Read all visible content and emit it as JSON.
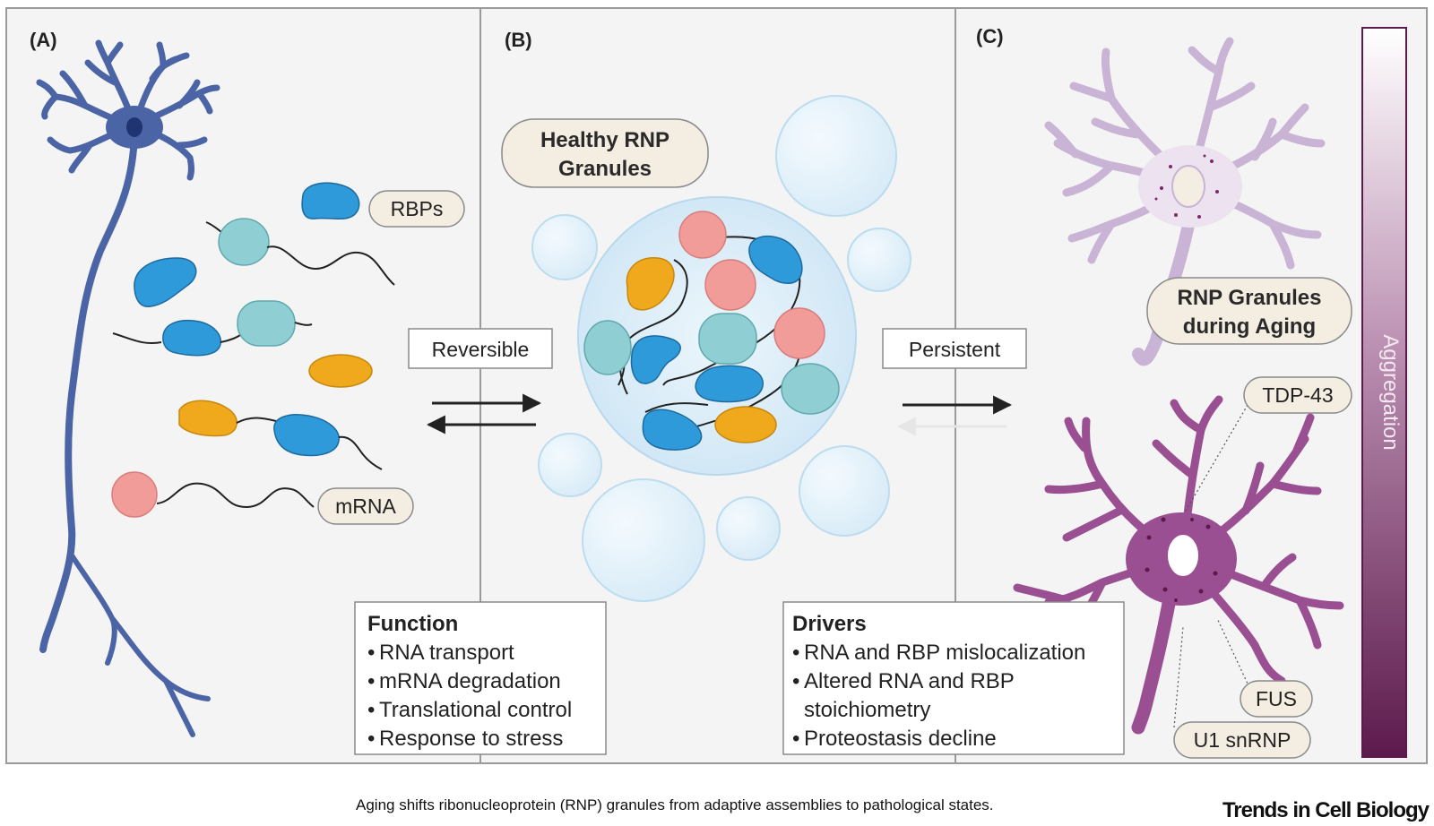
{
  "panels": {
    "a": {
      "label": "(A)",
      "legend": {
        "rbps": "RBPs",
        "mrna": "mRNA"
      }
    },
    "b": {
      "label": "(B)",
      "title": [
        "Healthy RNP",
        "Granules"
      ],
      "function_box": {
        "title": "Function",
        "items": [
          "RNA transport",
          "mRNA degradation",
          "Translational control",
          "Response to stress"
        ]
      }
    },
    "c": {
      "label": "(C)",
      "title": [
        "RNP Granules",
        "during Aging"
      ],
      "markers": [
        "TDP-43",
        "FUS",
        "U1 snRNP"
      ],
      "scale_label": "Aggregation",
      "drivers_box": {
        "title": "Drivers",
        "items": [
          [
            "RNA and RBP mislocalization"
          ],
          [
            "Altered RNA and RBP",
            "stoichiometry"
          ],
          [
            "Proteostasis decline"
          ]
        ]
      }
    }
  },
  "transitions": {
    "reversible": "Reversible",
    "persistent": "Persistent"
  },
  "caption": "Aging shifts ribonucleoprotein (RNP) granules from adaptive assemblies to pathological states.",
  "brand": "Trends in Cell Biology",
  "colors": {
    "rbp_blue": "#2f9ad9",
    "rbp_teal": "#8fcfd3",
    "rbp_orange": "#f0a81c",
    "rbp_pink": "#f29c9a",
    "neuron_healthy": "#4a64a6",
    "neuron_aging_light": "#c9b4d6",
    "neuron_aging_dark": "#9a4f92",
    "granule": "#d8ecf7",
    "gradient_top": "#ffffff",
    "gradient_bottom": "#5c1a4c"
  }
}
